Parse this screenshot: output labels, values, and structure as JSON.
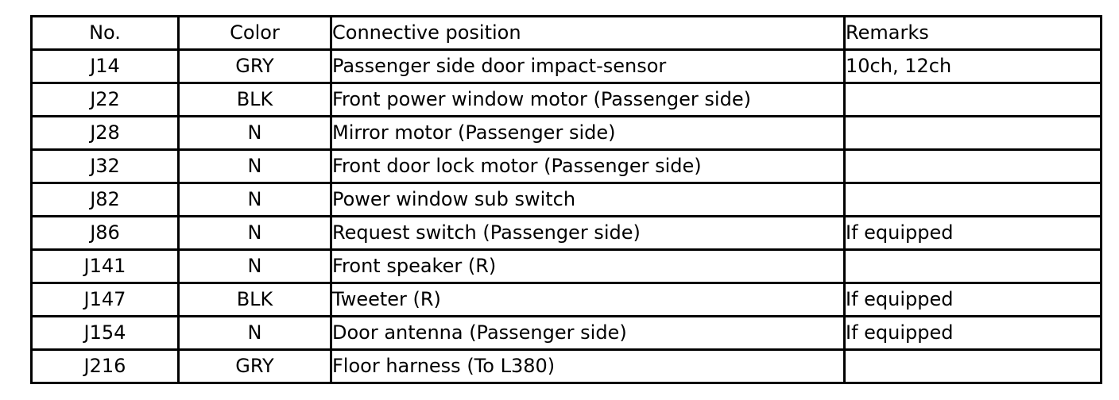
{
  "table": {
    "columns": [
      {
        "key": "no",
        "label": "No."
      },
      {
        "key": "color",
        "label": "Color"
      },
      {
        "key": "position",
        "label": "Connective position"
      },
      {
        "key": "remarks",
        "label": "Remarks"
      }
    ],
    "rows": [
      {
        "no": "J14",
        "color": "GRY",
        "position": "Passenger side door impact-sensor",
        "remarks": "10ch, 12ch"
      },
      {
        "no": "J22",
        "color": "BLK",
        "position": "Front power window motor (Passenger side)",
        "remarks": ""
      },
      {
        "no": "J28",
        "color": "N",
        "position": "Mirror motor (Passenger side)",
        "remarks": ""
      },
      {
        "no": "J32",
        "color": "N",
        "position": "Front door lock motor (Passenger side)",
        "remarks": ""
      },
      {
        "no": "J82",
        "color": "N",
        "position": "Power window sub switch",
        "remarks": ""
      },
      {
        "no": "J86",
        "color": "N",
        "position": "Request switch (Passenger side)",
        "remarks": "If equipped"
      },
      {
        "no": "J141",
        "color": "N",
        "position": "Front speaker (R)",
        "remarks": ""
      },
      {
        "no": "J147",
        "color": "BLK",
        "position": "Tweeter (R)",
        "remarks": "If equipped"
      },
      {
        "no": "J154",
        "color": "N",
        "position": "Door antenna (Passenger side)",
        "remarks": "If equipped"
      },
      {
        "no": "J216",
        "color": "GRY",
        "position": "Floor harness (To L380)",
        "remarks": ""
      }
    ]
  },
  "colors": {
    "border": "#000000",
    "text": "#000000",
    "background": "#ffffff"
  }
}
